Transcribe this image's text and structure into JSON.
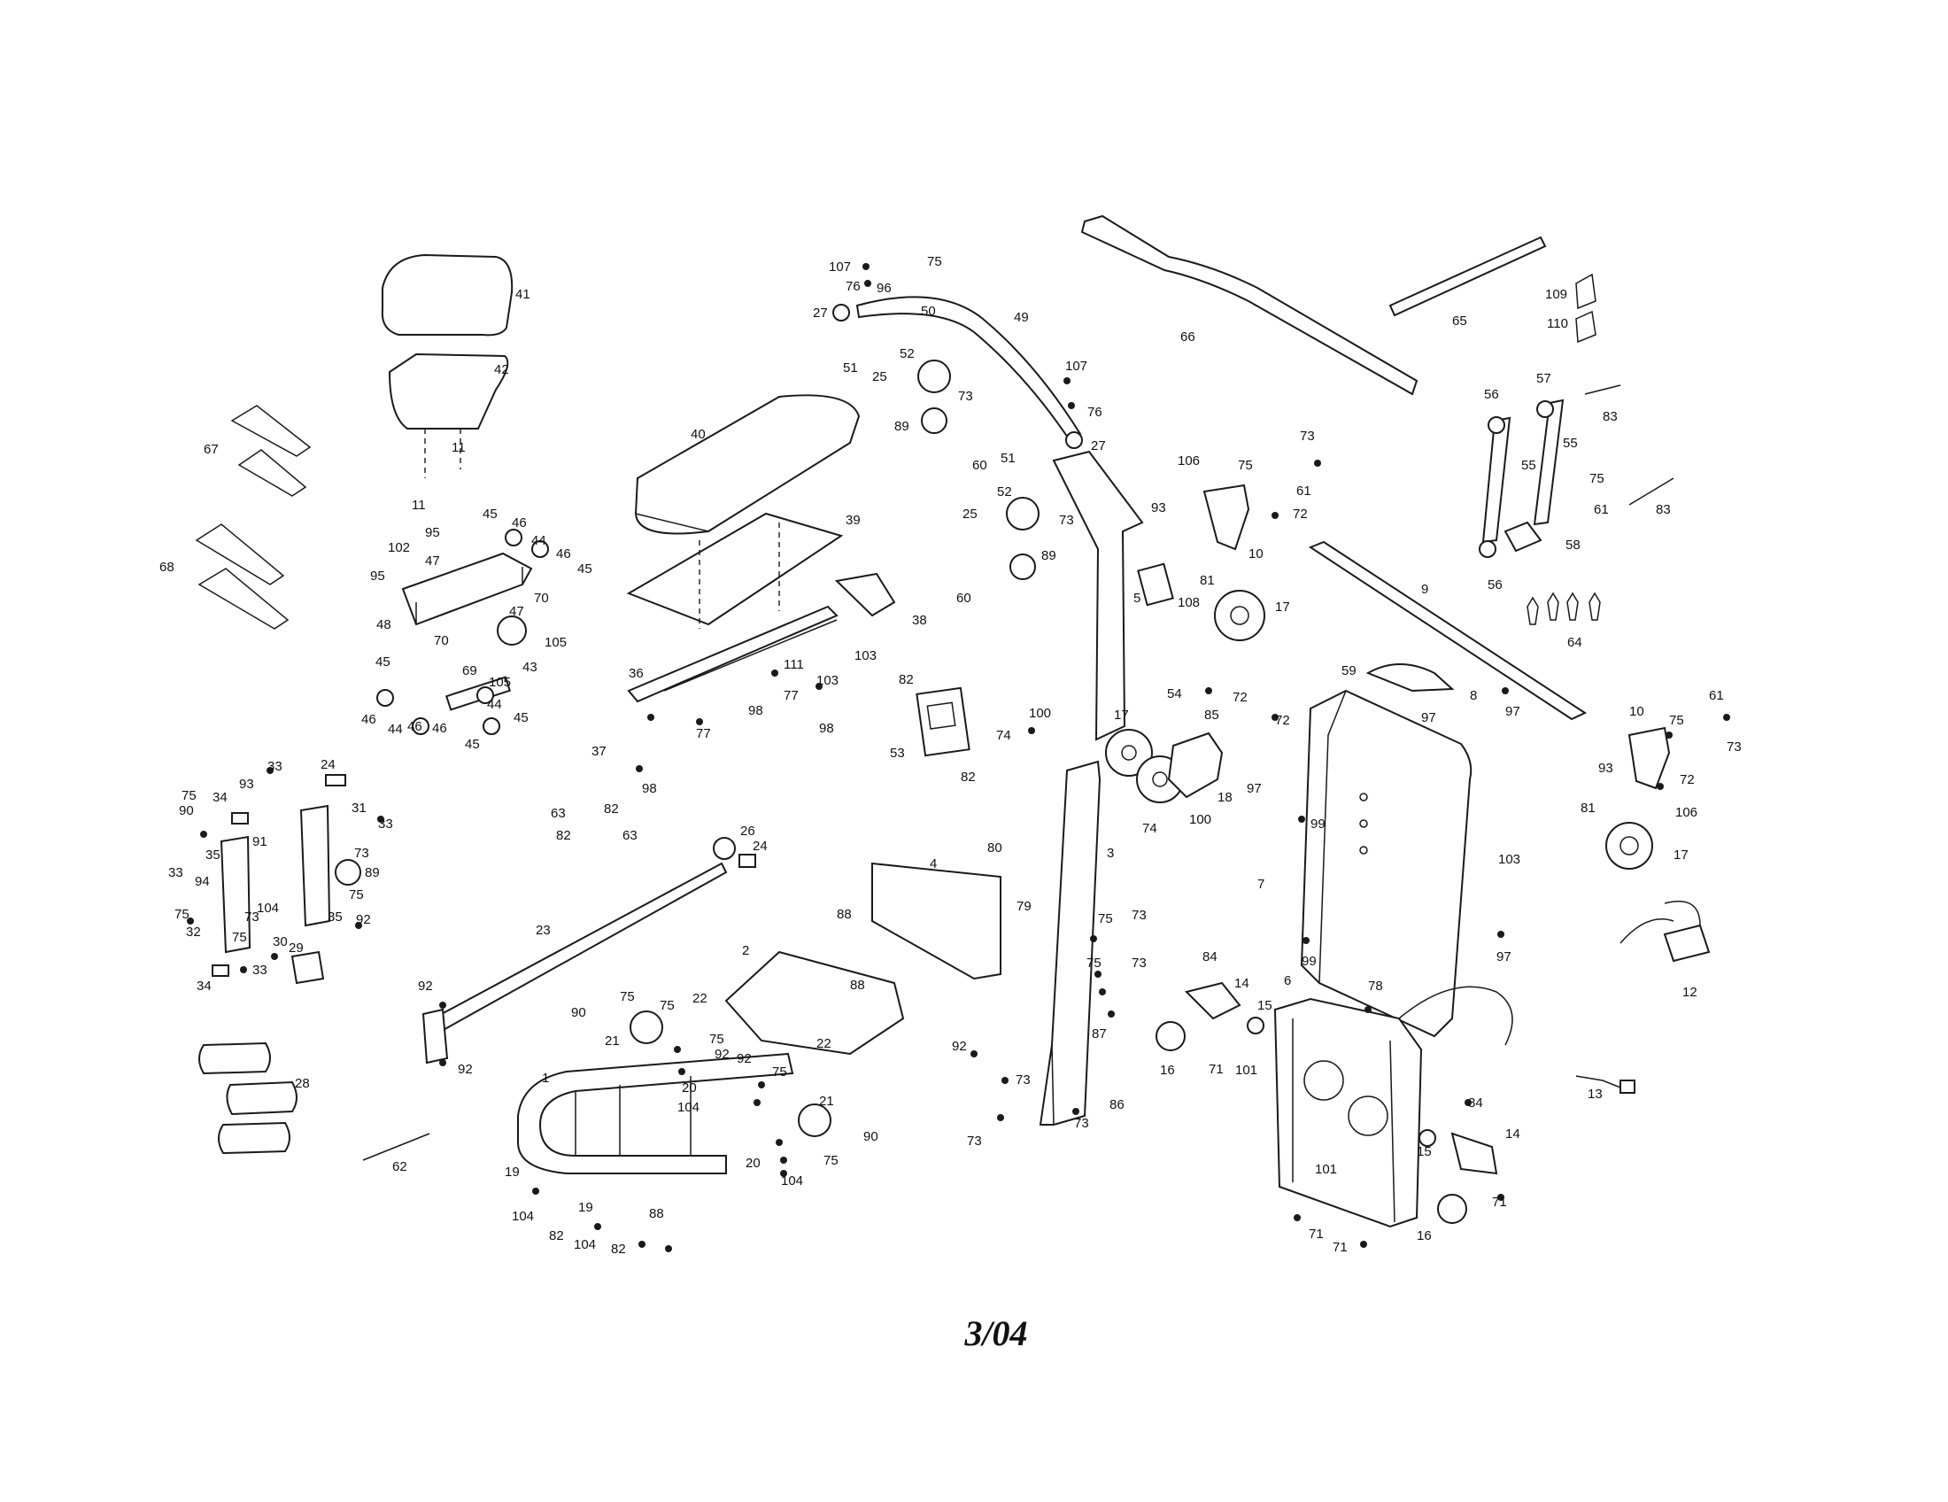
{
  "date_code": "3/04",
  "callouts": [
    {
      "id": "c107a",
      "text": "107"
    },
    {
      "id": "c96",
      "text": "96"
    },
    {
      "id": "c75a",
      "text": "75"
    },
    {
      "id": "c76a",
      "text": "76"
    },
    {
      "id": "c27a",
      "text": "27"
    },
    {
      "id": "c50",
      "text": "50"
    },
    {
      "id": "c51a",
      "text": "51"
    },
    {
      "id": "c49",
      "text": "49"
    },
    {
      "id": "c52a",
      "text": "52"
    },
    {
      "id": "c25a",
      "text": "25"
    },
    {
      "id": "c73a",
      "text": "73"
    },
    {
      "id": "c89a",
      "text": "89"
    },
    {
      "id": "c60a",
      "text": "60"
    },
    {
      "id": "c107b",
      "text": "107"
    },
    {
      "id": "c76b",
      "text": "76"
    },
    {
      "id": "c27b",
      "text": "27"
    },
    {
      "id": "c51b",
      "text": "51"
    },
    {
      "id": "c52b",
      "text": "52"
    },
    {
      "id": "c25b",
      "text": "25"
    },
    {
      "id": "c73b",
      "text": "73"
    },
    {
      "id": "c89b",
      "text": "89"
    },
    {
      "id": "c60b",
      "text": "60"
    },
    {
      "id": "c66",
      "text": "66"
    },
    {
      "id": "c65",
      "text": "65"
    },
    {
      "id": "c109",
      "text": "109"
    },
    {
      "id": "c110",
      "text": "110"
    },
    {
      "id": "c41",
      "text": "41"
    },
    {
      "id": "c42",
      "text": "42"
    },
    {
      "id": "c11a",
      "text": "11"
    },
    {
      "id": "c11b",
      "text": "11"
    },
    {
      "id": "c67",
      "text": "67"
    },
    {
      "id": "c68",
      "text": "68"
    },
    {
      "id": "c40",
      "text": "40"
    },
    {
      "id": "c39",
      "text": "39"
    },
    {
      "id": "c38",
      "text": "38"
    },
    {
      "id": "c36",
      "text": "36"
    },
    {
      "id": "c103a",
      "text": "103"
    },
    {
      "id": "c111",
      "text": "111"
    },
    {
      "id": "c103b",
      "text": "103"
    },
    {
      "id": "c98a",
      "text": "98"
    },
    {
      "id": "c77a",
      "text": "77"
    },
    {
      "id": "c98b",
      "text": "98"
    },
    {
      "id": "c37",
      "text": "37"
    },
    {
      "id": "c77b",
      "text": "77"
    },
    {
      "id": "c98c",
      "text": "98"
    },
    {
      "id": "c45a",
      "text": "45"
    },
    {
      "id": "c46a",
      "text": "46"
    },
    {
      "id": "c95a",
      "text": "95"
    },
    {
      "id": "c44a",
      "text": "44"
    },
    {
      "id": "c46b",
      "text": "46"
    },
    {
      "id": "c45b",
      "text": "45"
    },
    {
      "id": "c102",
      "text": "102"
    },
    {
      "id": "c47a",
      "text": "47"
    },
    {
      "id": "c95b",
      "text": "95"
    },
    {
      "id": "c48",
      "text": "48"
    },
    {
      "id": "c70a",
      "text": "70"
    },
    {
      "id": "c47b",
      "text": "47"
    },
    {
      "id": "c105a",
      "text": "105"
    },
    {
      "id": "c70b",
      "text": "70"
    },
    {
      "id": "c69",
      "text": "69"
    },
    {
      "id": "c43",
      "text": "43"
    },
    {
      "id": "c105b",
      "text": "105"
    },
    {
      "id": "c45c",
      "text": "45"
    },
    {
      "id": "c44b",
      "text": "44"
    },
    {
      "id": "c46c",
      "text": "46"
    },
    {
      "id": "c44c",
      "text": "44"
    },
    {
      "id": "c45d",
      "text": "45"
    },
    {
      "id": "c46d",
      "text": "46"
    },
    {
      "id": "c46e",
      "text": "46"
    },
    {
      "id": "c45e",
      "text": "45"
    },
    {
      "id": "c5",
      "text": "5"
    },
    {
      "id": "c108",
      "text": "108"
    },
    {
      "id": "c106a",
      "text": "106"
    },
    {
      "id": "c73c",
      "text": "73"
    },
    {
      "id": "c75b",
      "text": "75"
    },
    {
      "id": "c61a",
      "text": "61"
    },
    {
      "id": "c93a",
      "text": "93"
    },
    {
      "id": "c72a",
      "text": "72"
    },
    {
      "id": "c10a",
      "text": "10"
    },
    {
      "id": "c81a",
      "text": "81"
    },
    {
      "id": "c17a",
      "text": "17"
    },
    {
      "id": "c56a",
      "text": "56"
    },
    {
      "id": "c57",
      "text": "57"
    },
    {
      "id": "c83a",
      "text": "83"
    },
    {
      "id": "c55a",
      "text": "55"
    },
    {
      "id": "c55b",
      "text": "55"
    },
    {
      "id": "c75c",
      "text": "75"
    },
    {
      "id": "c83b",
      "text": "83"
    },
    {
      "id": "c61b",
      "text": "61"
    },
    {
      "id": "c58",
      "text": "58"
    },
    {
      "id": "c56b",
      "text": "56"
    },
    {
      "id": "c9",
      "text": "9"
    },
    {
      "id": "c64",
      "text": "64"
    },
    {
      "id": "c59",
      "text": "59"
    },
    {
      "id": "c97a",
      "text": "97"
    },
    {
      "id": "c8",
      "text": "8"
    },
    {
      "id": "c97b",
      "text": "97"
    },
    {
      "id": "c10b",
      "text": "10"
    },
    {
      "id": "c75d",
      "text": "75"
    },
    {
      "id": "c61c",
      "text": "61"
    },
    {
      "id": "c73d",
      "text": "73"
    },
    {
      "id": "c93b",
      "text": "93"
    },
    {
      "id": "c72b",
      "text": "72"
    },
    {
      "id": "c81b",
      "text": "81"
    },
    {
      "id": "c106b",
      "text": "106"
    },
    {
      "id": "c17b",
      "text": "17"
    },
    {
      "id": "c82a",
      "text": "82"
    },
    {
      "id": "c53",
      "text": "53"
    },
    {
      "id": "c82b",
      "text": "82"
    },
    {
      "id": "c100a",
      "text": "100"
    },
    {
      "id": "c74a",
      "text": "74"
    },
    {
      "id": "c17c",
      "text": "17"
    },
    {
      "id": "c54",
      "text": "54"
    },
    {
      "id": "c85",
      "text": "85"
    },
    {
      "id": "c72c",
      "text": "72"
    },
    {
      "id": "c72d",
      "text": "72"
    },
    {
      "id": "c18",
      "text": "18"
    },
    {
      "id": "c74b",
      "text": "74"
    },
    {
      "id": "c100b",
      "text": "100"
    },
    {
      "id": "c80",
      "text": "80"
    },
    {
      "id": "c97c",
      "text": "97"
    },
    {
      "id": "c99a",
      "text": "99"
    },
    {
      "id": "c7",
      "text": "7"
    },
    {
      "id": "c103c",
      "text": "103"
    },
    {
      "id": "c99b",
      "text": "99"
    },
    {
      "id": "c97d",
      "text": "97"
    },
    {
      "id": "c12",
      "text": "12"
    },
    {
      "id": "c3",
      "text": "3"
    },
    {
      "id": "c4",
      "text": "4"
    },
    {
      "id": "c88a",
      "text": "88"
    },
    {
      "id": "c88b",
      "text": "88"
    },
    {
      "id": "c79",
      "text": "79"
    },
    {
      "id": "c75e",
      "text": "75"
    },
    {
      "id": "c73e",
      "text": "73"
    },
    {
      "id": "c75f",
      "text": "75"
    },
    {
      "id": "c73f",
      "text": "73"
    },
    {
      "id": "c2",
      "text": "2"
    },
    {
      "id": "c92a",
      "text": "92"
    },
    {
      "id": "c73g",
      "text": "73"
    },
    {
      "id": "c87",
      "text": "87"
    },
    {
      "id": "c86",
      "text": "86"
    },
    {
      "id": "c73h",
      "text": "73"
    },
    {
      "id": "c73i",
      "text": "73"
    },
    {
      "id": "c84a",
      "text": "84"
    },
    {
      "id": "c14a",
      "text": "14"
    },
    {
      "id": "c15a",
      "text": "15"
    },
    {
      "id": "c6",
      "text": "6"
    },
    {
      "id": "c78",
      "text": "78"
    },
    {
      "id": "c16a",
      "text": "16"
    },
    {
      "id": "c71a",
      "text": "71"
    },
    {
      "id": "c101a",
      "text": "101"
    },
    {
      "id": "c84b",
      "text": "84"
    },
    {
      "id": "c14b",
      "text": "14"
    },
    {
      "id": "c15b",
      "text": "15"
    },
    {
      "id": "c101b",
      "text": "101"
    },
    {
      "id": "c16b",
      "text": "16"
    },
    {
      "id": "c71b",
      "text": "71"
    },
    {
      "id": "c71c",
      "text": "71"
    },
    {
      "id": "c71d",
      "text": "71"
    },
    {
      "id": "c13",
      "text": "13"
    },
    {
      "id": "c26",
      "text": "26"
    },
    {
      "id": "c24a",
      "text": "24"
    },
    {
      "id": "c82c",
      "text": "82"
    },
    {
      "id": "c63a",
      "text": "63"
    },
    {
      "id": "c82d",
      "text": "82"
    },
    {
      "id": "c63b",
      "text": "63"
    },
    {
      "id": "c23",
      "text": "23"
    },
    {
      "id": "c92b",
      "text": "92"
    },
    {
      "id": "c92c",
      "text": "92"
    },
    {
      "id": "c90a",
      "text": "90"
    },
    {
      "id": "c75g",
      "text": "75"
    },
    {
      "id": "c75h",
      "text": "75"
    },
    {
      "id": "c21a",
      "text": "21"
    },
    {
      "id": "c22a",
      "text": "22"
    },
    {
      "id": "c75i",
      "text": "75"
    },
    {
      "id": "c92d",
      "text": "92"
    },
    {
      "id": "c92e",
      "text": "92"
    },
    {
      "id": "c75j",
      "text": "75"
    },
    {
      "id": "c22b",
      "text": "22"
    },
    {
      "id": "c20a",
      "text": "20"
    },
    {
      "id": "c104a",
      "text": "104"
    },
    {
      "id": "c1",
      "text": "1"
    },
    {
      "id": "c21b",
      "text": "21"
    },
    {
      "id": "c90b",
      "text": "90"
    },
    {
      "id": "c75k",
      "text": "75"
    },
    {
      "id": "c20b",
      "text": "20"
    },
    {
      "id": "c104b",
      "text": "104"
    },
    {
      "id": "c19a",
      "text": "19"
    },
    {
      "id": "c104c",
      "text": "104"
    },
    {
      "id": "c82e",
      "text": "82"
    },
    {
      "id": "c19b",
      "text": "19"
    },
    {
      "id": "c104d",
      "text": "104"
    },
    {
      "id": "c88c",
      "text": "88"
    },
    {
      "id": "c82f",
      "text": "82"
    },
    {
      "id": "c24b",
      "text": "24"
    },
    {
      "id": "c33a",
      "text": "33"
    },
    {
      "id": "c75l",
      "text": "75"
    },
    {
      "id": "c34a",
      "text": "34"
    },
    {
      "id": "c93c",
      "text": "93"
    },
    {
      "id": "c31",
      "text": "31"
    },
    {
      "id": "c33b",
      "text": "33"
    },
    {
      "id": "c90c",
      "text": "90"
    },
    {
      "id": "c35a",
      "text": "35"
    },
    {
      "id": "c91",
      "text": "91"
    },
    {
      "id": "c73j",
      "text": "73"
    },
    {
      "id": "c89c",
      "text": "89"
    },
    {
      "id": "c33c",
      "text": "33"
    },
    {
      "id": "c94",
      "text": "94"
    },
    {
      "id": "c75m",
      "text": "75"
    },
    {
      "id": "c75n",
      "text": "75"
    },
    {
      "id": "c35b",
      "text": "35"
    },
    {
      "id": "c92f",
      "text": "92"
    },
    {
      "id": "c104e",
      "text": "104"
    },
    {
      "id": "c73k",
      "text": "73"
    },
    {
      "id": "c32",
      "text": "32"
    },
    {
      "id": "c75o",
      "text": "75"
    },
    {
      "id": "c30",
      "text": "30"
    },
    {
      "id": "c33d",
      "text": "33"
    },
    {
      "id": "c34b",
      "text": "34"
    },
    {
      "id": "c29",
      "text": "29"
    },
    {
      "id": "c28",
      "text": "28"
    },
    {
      "id": "c62",
      "text": "62"
    }
  ]
}
